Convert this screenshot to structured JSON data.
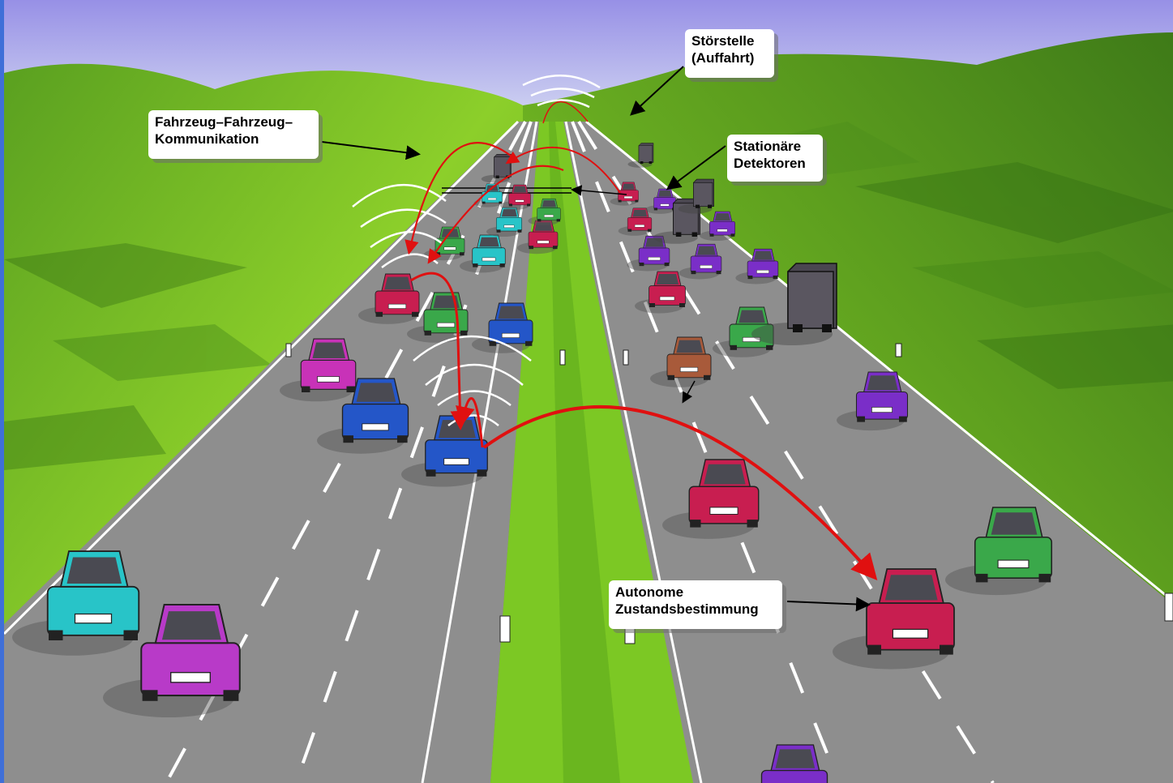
{
  "labels": {
    "fahrzeug_kommunikation": {
      "line1": "Fahrzeug–Fahrzeug–",
      "line2": "Kommunikation"
    },
    "stoerstelle": {
      "line1": "Störstelle",
      "line2": "(Auffahrt)"
    },
    "stationaere_detektoren": {
      "line1": "Stationäre",
      "line2": "Detektoren"
    },
    "autonome_zustandsbestimmung": {
      "line1": "Autonome",
      "line2": "Zustandsbestimmung"
    }
  },
  "colors": {
    "sky_top": "#9b93e8",
    "sky_bottom": "#e2ecf6",
    "grass_dark": "#3f7d1a",
    "grass_light": "#8fd12a",
    "road": "#8e8e8e",
    "communication_arrow": "#e01010",
    "pointer_arrow": "#000000",
    "frame": "#3f6fd8"
  },
  "cars": [
    {
      "name": "car-teal",
      "color": "#28c4c8"
    },
    {
      "name": "car-purple",
      "color": "#b83ac8"
    },
    {
      "name": "car-blue",
      "color": "#2456c8"
    },
    {
      "name": "car-magenta",
      "color": "#c832b8"
    },
    {
      "name": "car-red",
      "color": "#c81e50"
    },
    {
      "name": "car-green",
      "color": "#3aa84a"
    },
    {
      "name": "car-violet",
      "color": "#7a2ec8"
    },
    {
      "name": "car-brown",
      "color": "#a85a3a"
    },
    {
      "name": "truck-dark",
      "color": "#4a4650"
    }
  ]
}
